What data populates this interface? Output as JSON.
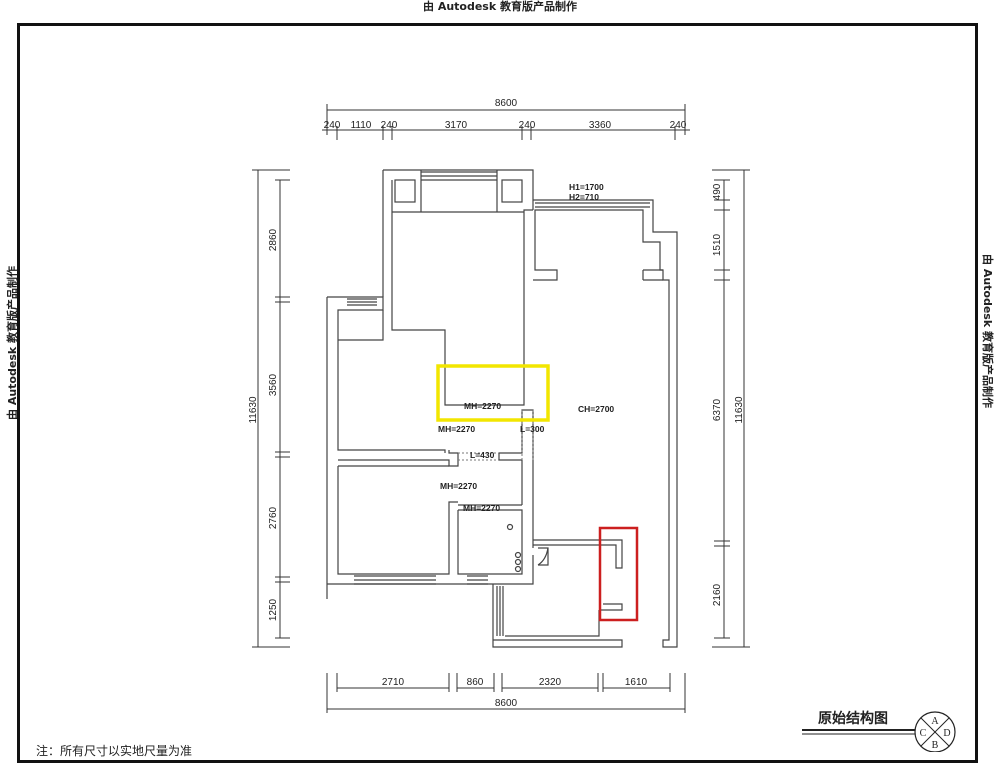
{
  "watermark": {
    "text": "由 Autodesk 教育版产品制作"
  },
  "drawing": {
    "title": "原始结构图",
    "compass": {
      "top": "A",
      "bottom": "B",
      "left": "C",
      "right": "D"
    },
    "note": "注：所有尺寸以实地尺量为准"
  },
  "dimensions": {
    "top_total": "8600",
    "top_segments": [
      "240",
      "1110",
      "240",
      "3170",
      "240",
      "3360",
      "240"
    ],
    "bottom_total": "8600",
    "bottom_segments": [
      "2710",
      "860",
      "2320",
      "1610"
    ],
    "left_total": "11630",
    "left_segments": [
      "2860",
      "3560",
      "2760",
      "1250"
    ],
    "right_total": "11630",
    "right_segments": [
      "490",
      "1510",
      "6370",
      "2160"
    ]
  },
  "annotations": {
    "window_h1": "H1=1700",
    "window_h2": "H2=710",
    "ceiling_height": "CH=2700",
    "door_mh_1": "MH=2270",
    "door_mh_2": "MH=2270",
    "door_mh_3": "MH=2270",
    "door_mh_4": "MH=2270",
    "opening_l_1": "L=300",
    "opening_l_2": "L=430"
  },
  "highlights": {
    "yellow": {
      "color": "#f2e600"
    },
    "red": {
      "color": "#cc1f1f"
    }
  }
}
